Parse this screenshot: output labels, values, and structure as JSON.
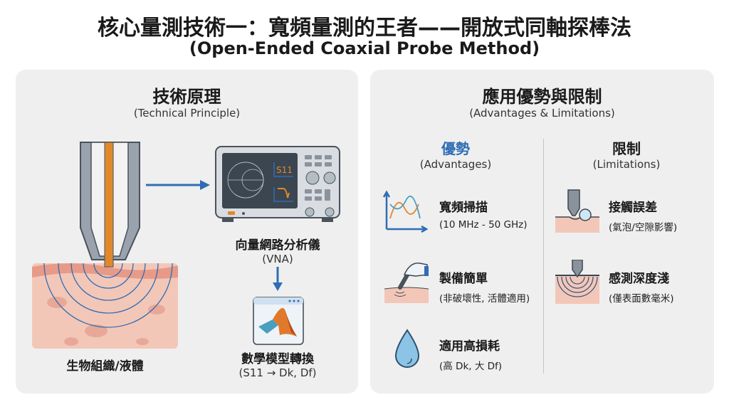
{
  "header": {
    "title": "核心量測技術一：寬頻量測的王者——開放式同軸探棒法",
    "subtitle": "(Open-Ended Coaxial Probe Method)"
  },
  "left_panel": {
    "title": "技術原理",
    "subtitle": "(Technical Principle)",
    "tissue_label": "生物組織/液體",
    "vna": {
      "label": "向量網路分析儀",
      "sub": "(VNA)",
      "screen_label": "S11"
    },
    "model": {
      "label": "數學模型轉換",
      "sub": "(S11 → Dk, Df)"
    }
  },
  "right_panel": {
    "title": "應用優勢與限制",
    "subtitle": "(Advantages & Limitations)",
    "advantages": {
      "title": "優勢",
      "sub": "(Advantages)",
      "items": [
        {
          "icon": "wave-graph-icon",
          "label": "寬頻掃描",
          "sub": "(10 MHz - 50 GHz)"
        },
        {
          "icon": "hand-probe-icon",
          "label": "製備簡單",
          "sub": "(非破壞性, 活體適用)"
        },
        {
          "icon": "water-drop-icon",
          "label": "適用高損耗",
          "sub": "(高 Dk, 大 Df)"
        }
      ]
    },
    "limitations": {
      "title": "限制",
      "sub": "(Limitations)",
      "items": [
        {
          "icon": "probe-bubble-icon",
          "label": "接觸誤差",
          "sub": "(氣泡/空隙影響)"
        },
        {
          "icon": "probe-depth-icon",
          "label": "感測深度淺",
          "sub": "(僅表面數毫米)"
        }
      ]
    }
  },
  "colors": {
    "accent": "#2f6db5",
    "orange": "#e0892c",
    "tissue": "#f3c7b8",
    "panel": "#efefef"
  }
}
